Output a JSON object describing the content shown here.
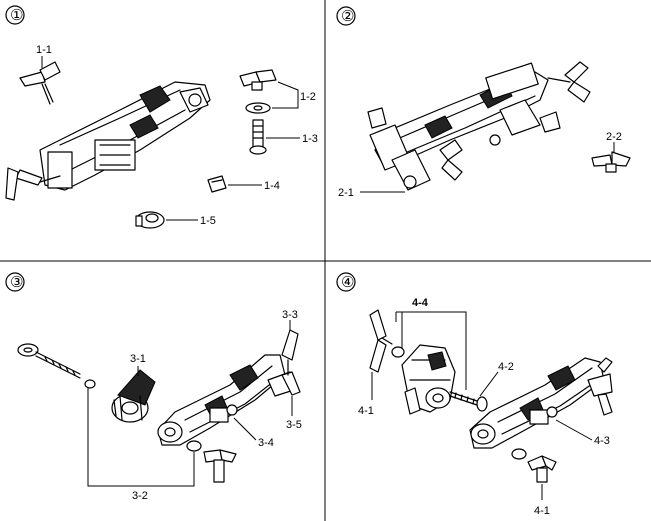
{
  "panels": [
    {
      "number": "①",
      "labels": [
        "1-1",
        "1-2",
        "1-3",
        "1-4",
        "1-5"
      ]
    },
    {
      "number": "②",
      "labels": [
        "2-1",
        "2-2"
      ]
    },
    {
      "number": "③",
      "labels": [
        "3-1",
        "3-2",
        "3-3",
        "3-4",
        "3-5"
      ]
    },
    {
      "number": "④",
      "labels": [
        "4-1",
        "4-1",
        "4-2",
        "4-3",
        "4-4"
      ]
    }
  ]
}
